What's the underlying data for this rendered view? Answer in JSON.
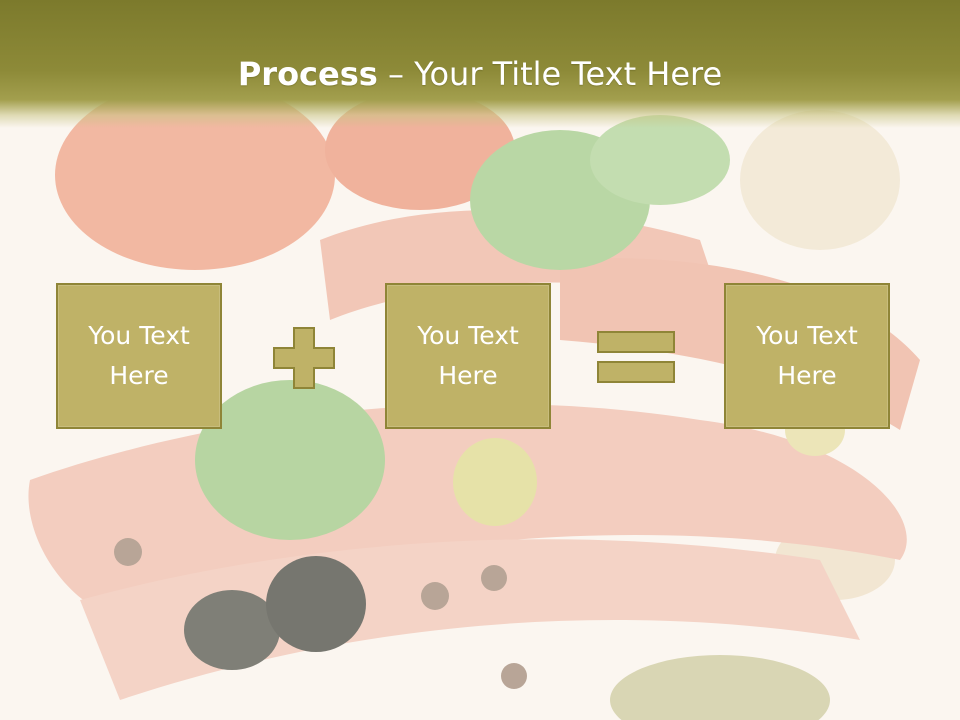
{
  "title": {
    "bold": "Process",
    "separator": " – ",
    "rest": "Your Title Text Here"
  },
  "boxes": [
    {
      "text": "You Text Here"
    },
    {
      "text": "You Text Here"
    },
    {
      "text": "You Text Here"
    }
  ],
  "operators": {
    "plus_icon": "plus-icon",
    "equals_icon": "equals-icon"
  },
  "colors": {
    "title_bar": "#8d8a38",
    "box_fill": "#bfb267",
    "box_border": "#8f8537",
    "operator_fill": "#bfb267"
  }
}
